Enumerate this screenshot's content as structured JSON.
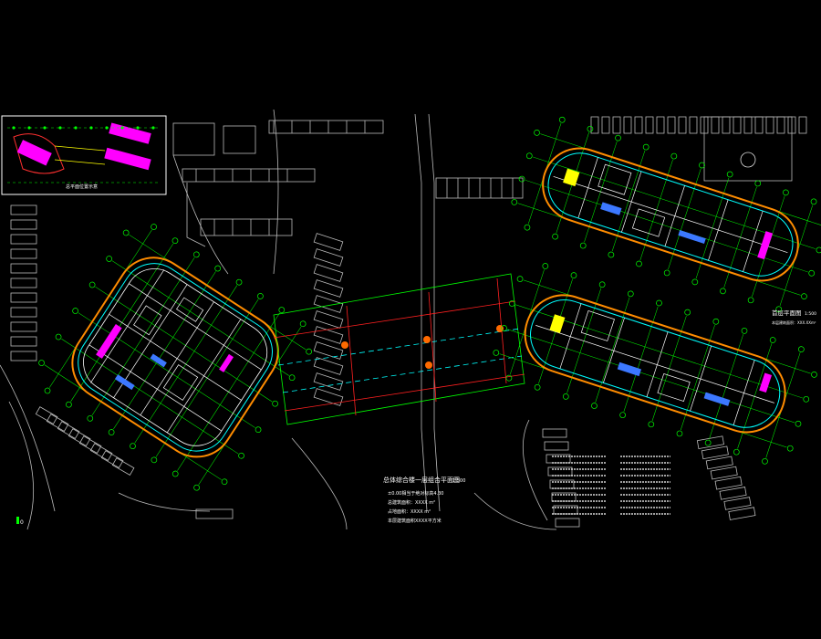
{
  "drawing": {
    "main_title": "总体综合楼一层组合平面图",
    "main_scale": "1:500",
    "main_notes": [
      "±0.00相当于绝对标高4.30",
      "总建筑面积：XXXX m²",
      "占地面积：XXXX m²",
      "本层建筑面积XXXX平方米"
    ],
    "right_title": "首层平面图",
    "right_scale": "1:500",
    "right_note": "本层建筑面积：XXX.XXm²",
    "keymap_caption": "总平面位置示意",
    "corner_mark": "0"
  },
  "colors": {
    "background": "#000000",
    "axis_grid": "#00ff00",
    "walls": "#ffffff",
    "axis_lines": "#ff2020",
    "secondary": "#00ffff",
    "accent": "#ff00ff",
    "outline": "#ffff00",
    "furniture": "#3c78ff",
    "outer_ring": "#ff8c00"
  }
}
